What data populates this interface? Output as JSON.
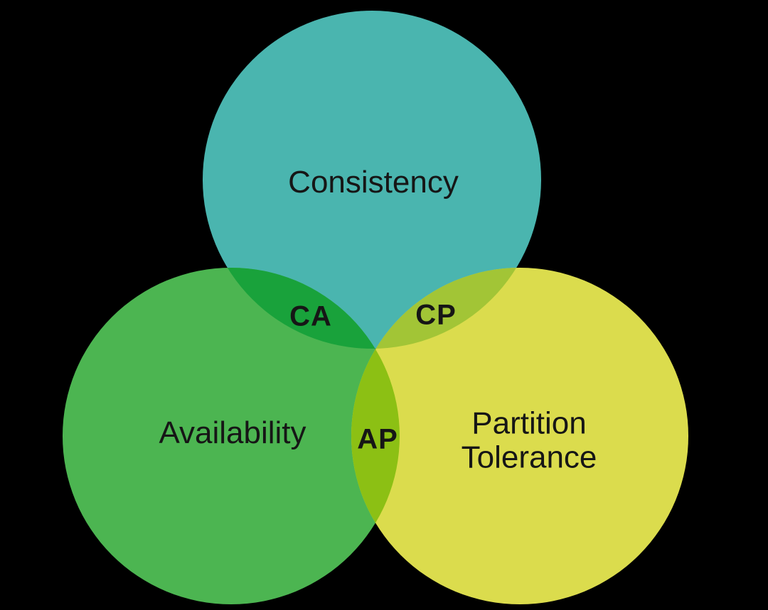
{
  "background_color": "#000000",
  "text_color": "#161616",
  "diagram": {
    "circles": {
      "consistency": {
        "label": "Consistency",
        "color": "#4AB5AF"
      },
      "availability": {
        "label": "Availability",
        "color": "#4CB551"
      },
      "partition_tolerance": {
        "label_line1": "Partition",
        "label_line2": "Tolerance",
        "color": "#DBDC4D"
      }
    },
    "overlaps": {
      "ca": {
        "label": "CA",
        "color": "#19A23B"
      },
      "cp": {
        "label": "CP",
        "color": "#A2C536"
      },
      "ap": {
        "label": "AP",
        "color": "#8CC014"
      }
    }
  }
}
